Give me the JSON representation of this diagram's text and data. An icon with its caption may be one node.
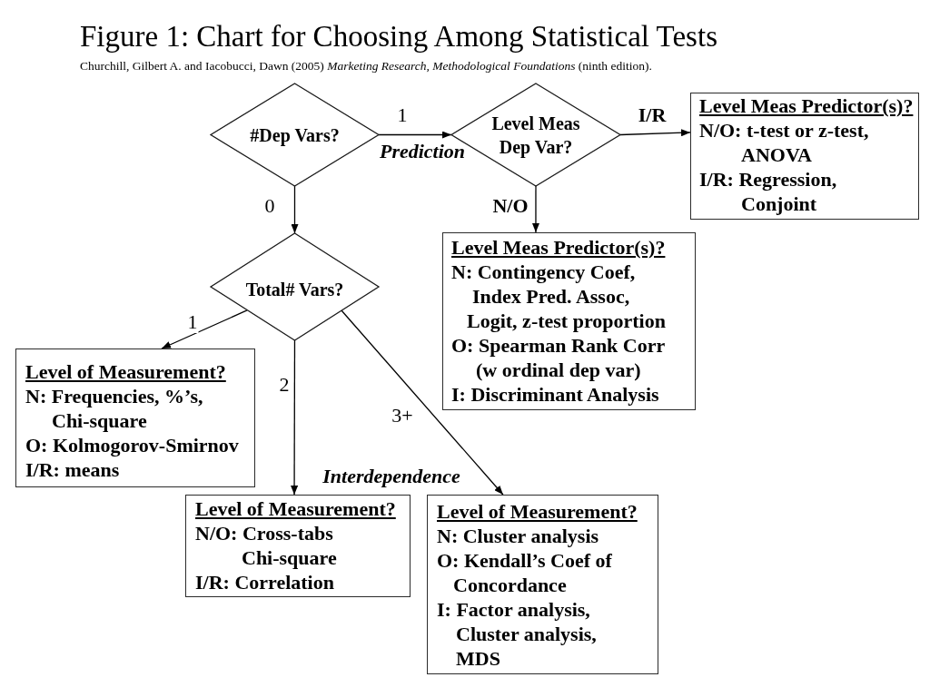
{
  "diagram": {
    "title": "Figure 1: Chart for Choosing Among Statistical Tests",
    "caption": "Churchill, Gilbert A. and Iacobucci, Dawn (2005) *Marketing Research, Methodological Foundations* (ninth edition).",
    "nodes": [
      {
        "text": [
          "#Dep Vars?"
        ]
      },
      {
        "text": [
          "Level Meas Dep Var?"
        ]
      },
      {
        "text": [
          "Level Meas Predictor(s)?",
          "N/O: t-test or z-test, ANOVA",
          "I/R: Regression, Conjoint"
        ]
      },
      {
        "text": [
          "Total# Vars?"
        ]
      },
      {
        "text": [
          "Level Meas Predictor(s)?",
          "N: Contingency Coef, Index Pred. Assoc, Logit, z-test proportion",
          "O: Spearman Rank Corr (w ordinal dep var)",
          "I: Discriminant Analysis"
        ]
      },
      {
        "text": [
          "Level of Measurement?",
          "N: Frequencies, %’s, Chi-square",
          "O: Kolmogorov-Smirnov",
          "I/R: means"
        ]
      },
      {
        "text": [
          "Level of Measurement?",
          "N/O: Cross-tabs Chi-square",
          "I/R: Correlation"
        ]
      },
      {
        "text": [
          "Level of Measurement?",
          "N: Cluster analysis",
          "O: Kendall’s Coef of Concordance",
          "I: Factor analysis, Cluster analysis, MDS"
        ]
      }
    ],
    "edges": [
      {
        "from": 0,
        "to": 1,
        "arrow": "to",
        "label": "1"
      },
      {
        "from": 1,
        "to": 2,
        "arrow": "to",
        "label": "I/R"
      },
      {
        "from": 1,
        "to": 4,
        "arrow": "to",
        "label": "N/O"
      },
      {
        "from": 0,
        "to": 3,
        "arrow": "to",
        "label": "0"
      },
      {
        "from": 3,
        "to": 5,
        "arrow": "to",
        "label": "1"
      },
      {
        "from": 3,
        "to": 6,
        "arrow": "to",
        "label": "2"
      },
      {
        "from": 3,
        "to": 7,
        "arrow": "to",
        "label": "3+"
      }
    ],
    "labels": [
      "Prediction",
      "Interdependence"
    ]
  }
}
